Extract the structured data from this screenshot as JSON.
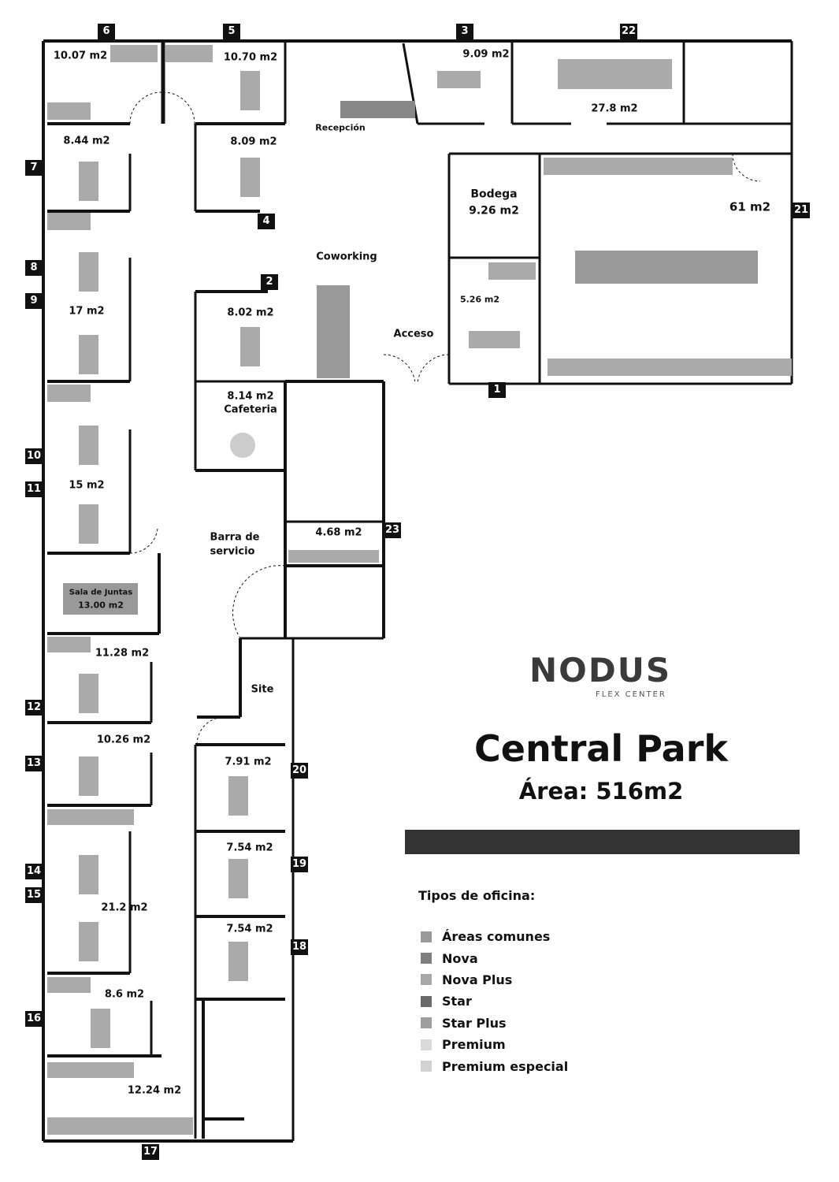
{
  "title": "Central Park",
  "area": "Área: 516m2",
  "logo": {
    "word": "NODUS",
    "sub": "FLEX CENTER"
  },
  "legend": {
    "title": "Tipos de oficina:",
    "items": [
      {
        "label": "Áreas comunes",
        "color": "#9a9a9a"
      },
      {
        "label": "Nova",
        "color": "#7f7f7f"
      },
      {
        "label": "Nova Plus",
        "color": "#a8a8a8"
      },
      {
        "label": "Star",
        "color": "#6a6a6a"
      },
      {
        "label": "Star Plus",
        "color": "#9e9e9e"
      },
      {
        "label": "Premium",
        "color": "#dadada"
      },
      {
        "label": "Premium especial",
        "color": "#d2d2d2"
      }
    ]
  },
  "spaces": {
    "recepcion": "Recepción",
    "coworking": "Coworking",
    "acceso": "Acceso",
    "bodega": "Bodega",
    "bodega_area": "9.26 m2",
    "cafeteria": "Cafeteria",
    "barra1": "Barra de",
    "barra2": "servicio",
    "site": "Site",
    "sala": "Sala de Juntas",
    "sala_area": "13.00 m2"
  },
  "rooms": [
    "10.07 m2",
    "10.70 m2",
    "9.09 m2",
    "27.8 m2",
    "8.44 m2",
    "8.09 m2",
    "61 m2",
    "17 m2",
    "8.02 m2",
    "5.26 m2",
    "8.14 m2",
    "15 m2",
    "4.68 m2",
    "11.28 m2",
    "10.26 m2",
    "7.91 m2",
    "7.54 m2",
    "21.2 m2",
    "7.54 m2",
    "8.6 m2",
    "12.24 m2"
  ],
  "markers": [
    "6",
    "5",
    "3",
    "22",
    "7",
    "4",
    "21",
    "8",
    "9",
    "2",
    "1",
    "10",
    "11",
    "23",
    "12",
    "13",
    "20",
    "14",
    "15",
    "19",
    "18",
    "16",
    "17"
  ]
}
